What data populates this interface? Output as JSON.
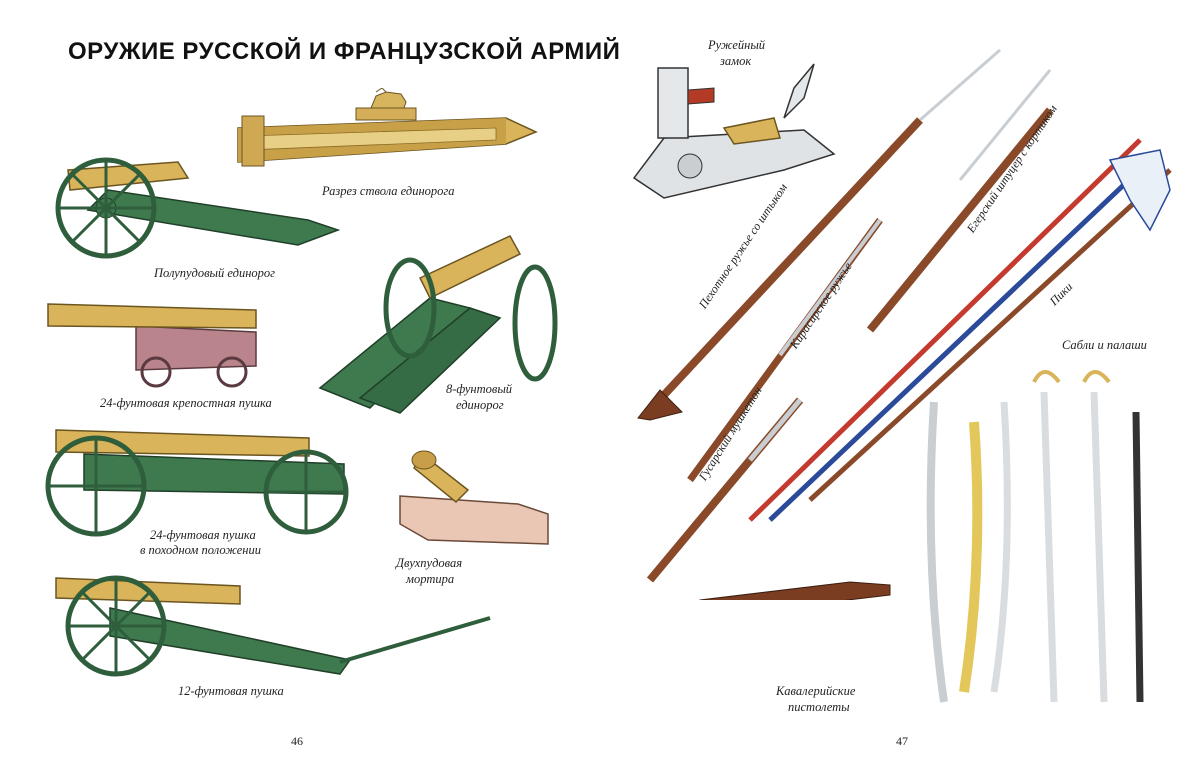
{
  "left_page": {
    "title": "ОРУЖИЕ РУССКОЙ И ФРАНЦУЗСКОЙ АРМИЙ",
    "captions": {
      "unicorn_barrel_section": "Разрез ствола единорога",
      "half_pood_unicorn": "Полупудовый единорог",
      "fortress_24": "24-фунтовая крепостная пушка",
      "unicorn_8_line1": "8-фунтовый",
      "unicorn_8_line2": "единорог",
      "field_24_line1": "24-фунтовая пушка",
      "field_24_line2": "в походном положении",
      "mortar_line1": "Двухпудовая",
      "mortar_line2": "мортира",
      "cannon_12": "12-фунтовая пушка"
    },
    "page_number": "46"
  },
  "right_page": {
    "captions": {
      "lock_line1": "Ружейный",
      "lock_line2": "замок",
      "infantry_musket": "Пехотное ружье со штыком",
      "cuirassier_musket": "Кирасирское ружье",
      "hussar_musketoon": "Гусарский мушкетон",
      "jager_rifle": "Егерский штуцер с кортиком",
      "pikes": "Пики",
      "sabres": "Сабли и палаши",
      "pistols_line1": "Кавалерийские",
      "pistols_line2": "пистолеты"
    },
    "page_number": "47"
  },
  "colors": {
    "carriage_green": "#3f7a4f",
    "bronze": "#d9b45a",
    "wood": "#8a4a2a",
    "steel": "#c9ced3",
    "fortress_carriage": "#b9848c"
  }
}
